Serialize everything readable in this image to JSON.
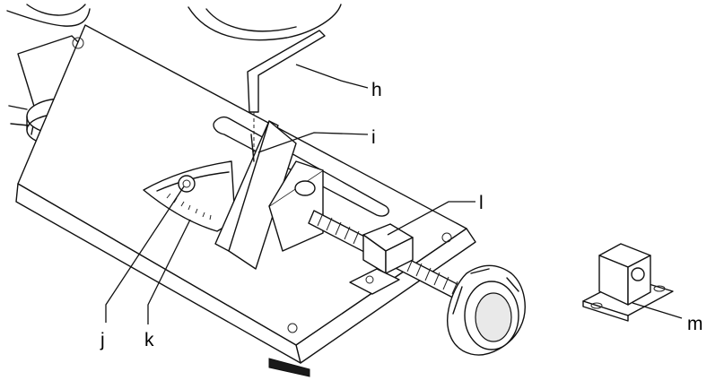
{
  "labels": {
    "h": "h",
    "i": "i",
    "j": "j",
    "k": "k",
    "l": "l",
    "m": "m"
  }
}
